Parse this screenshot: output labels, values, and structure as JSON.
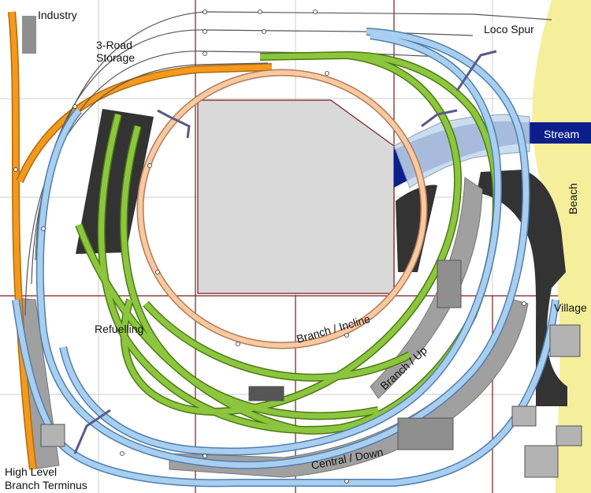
{
  "labels": {
    "industry": "Industry",
    "storage_line1": "3-Road",
    "storage_line2": "Storage",
    "loco_spur": "Loco Spur",
    "stream": "Stream",
    "beach": "Beach",
    "village": "Village",
    "refuelling": "Refuelling",
    "branch_incline": "Branch / Incline",
    "branch_up": "Branch / Up",
    "central_down": "Central / Down",
    "terminus_line1": "High Level",
    "terminus_line2": "Branch Terminus"
  },
  "colors": {
    "background": "#ffffff",
    "grid": "#cccccc",
    "baseboard_edge": "#7a1a1a",
    "main_blue": "#a9cff0",
    "main_blue_outline": "#4f7fae",
    "branch_green": "#8cc63f",
    "branch_green_outline": "#4d7a12",
    "incline_peach": "#f9c9a2",
    "incline_peach_outline": "#b07a55",
    "orange_line": "#f39a1e",
    "orange_outline": "#b26a0a",
    "platform_grey": "#a0a0a0",
    "dark_scenery": "#333333",
    "stream_navy": "#0a1f8a",
    "beach_yellow": "#f5ef9c",
    "bridge_blue": "#c3d8ec",
    "signal_purple": "#5a5a8c"
  }
}
